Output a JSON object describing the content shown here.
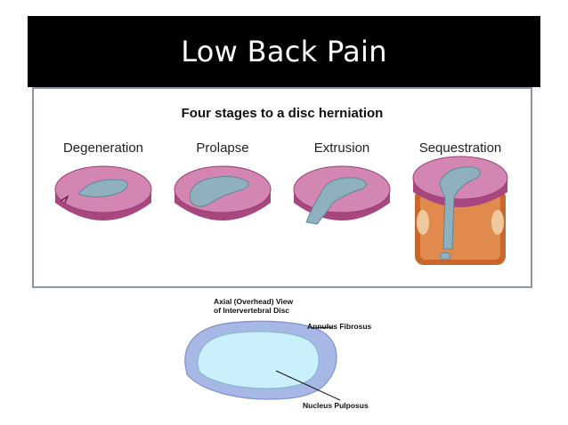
{
  "slide": {
    "title": "Low Back Pain"
  },
  "panel": {
    "heading": "Four stages to a disc herniation",
    "stages": [
      {
        "label": "Degeneration"
      },
      {
        "label": "Prolapse"
      },
      {
        "label": "Extrusion"
      },
      {
        "label": "Sequestration"
      }
    ]
  },
  "axial": {
    "title_line1": "Axial (Overhead) View",
    "title_line2": "of Intervertebral Disc",
    "annulus_label": "Annulus Fibrosus",
    "nucleus_label": "Nucleus Pulposus"
  },
  "colors": {
    "disc_top": "#d486b3",
    "disc_side": "#a8467f",
    "nucleus": "#8fb0bf",
    "vertebra": "#c9662c",
    "annulus": "#a7b7e6",
    "nucleus_axial": "#c9f0fb"
  }
}
